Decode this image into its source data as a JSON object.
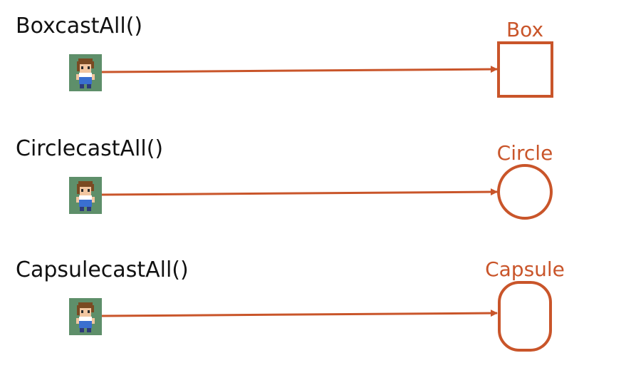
{
  "colors": {
    "accent": "#c9552a",
    "text": "#111111",
    "sprite_bg": "#5e8f6a"
  },
  "rows": [
    {
      "method_label": "BoxcastAll()",
      "shape_label": "Box",
      "shape": "box",
      "character_icon": "pixel-character-icon"
    },
    {
      "method_label": "CirclecastAll()",
      "shape_label": "Circle",
      "shape": "circle",
      "character_icon": "pixel-character-icon"
    },
    {
      "method_label": "CapsulecastAll()",
      "shape_label": "Capsule",
      "shape": "capsule",
      "character_icon": "pixel-character-icon"
    }
  ]
}
